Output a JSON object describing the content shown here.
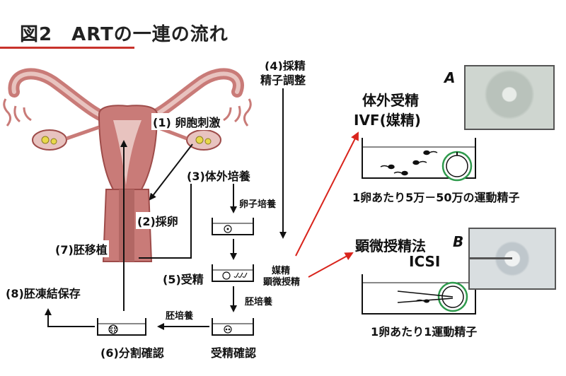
{
  "title": "図2　ARTの一連の流れ",
  "steps": {
    "s1": "(1) 卵胞刺激",
    "s2": "(2)採卵",
    "s3": "(3)体外培養",
    "s4_line1": "(4)採精",
    "s4_line2": "精子調整",
    "s5": "(5)受精",
    "s6": "(6)分割確認",
    "s7": "(7)胚移植",
    "s8": "(8)胚凍結保存"
  },
  "flow": {
    "egg_culture": "卵子培養",
    "embryo_culture_1": "胚培養",
    "embryo_culture_2": "胚培養",
    "fertilization_check": "受精確認",
    "insemination": "媒精",
    "microinsemination": "顕微授精"
  },
  "ivf": {
    "letter": "A",
    "title_line1": "体外受精",
    "title_line2": "IVF(媒精)",
    "caption": "1卵あたり5万－50万の運動精子"
  },
  "icsi": {
    "letter": "B",
    "title_line1": "顕微授精法",
    "title_line2": "ICSI",
    "caption": "1卵あたり1運動精子"
  },
  "colors": {
    "accent_red": "#d9241c",
    "title_underline": "#c8322b",
    "uterus": "#c97b78",
    "uterus_dark": "#9e4c4a",
    "egg_ring_green": "#2e9a4c"
  }
}
